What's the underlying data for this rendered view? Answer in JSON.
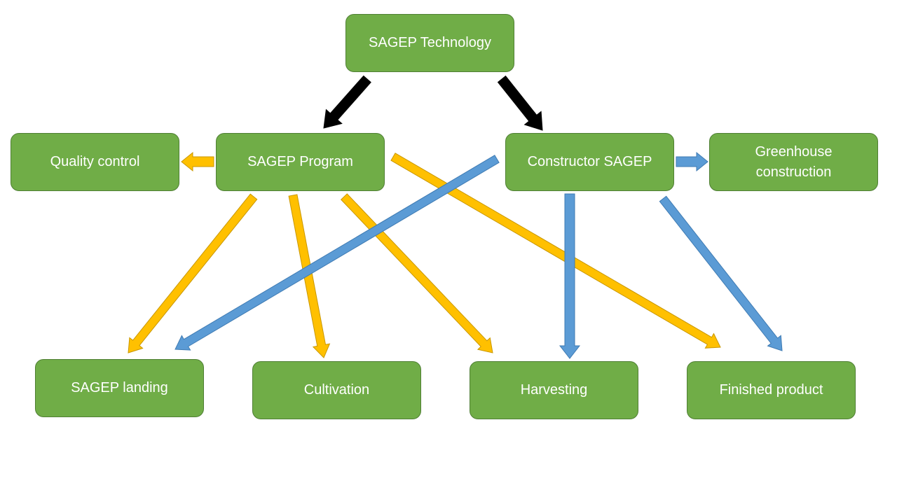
{
  "colors": {
    "node_fill": "#70ad47",
    "node_border": "#4f7f34",
    "black_arrow": "#000000",
    "yellow_arrow": "#ffc000",
    "yellow_arrow_edge": "#c99700",
    "blue_arrow": "#5b9bd5",
    "blue_arrow_edge": "#3f7bb3"
  },
  "nodes": {
    "tech": "SAGEP Technology",
    "program": "SAGEP Program",
    "constructor": "Constructor SAGEP",
    "quality": "Quality control",
    "greenhouse": "Greenhouse construction",
    "landing": "SAGEP landing",
    "cultivation": "Cultivation",
    "harvesting": "Harvesting",
    "finished": "Finished product"
  },
  "edges": [
    {
      "from": "tech",
      "to": "program",
      "color": "black"
    },
    {
      "from": "tech",
      "to": "constructor",
      "color": "black"
    },
    {
      "from": "program",
      "to": "quality",
      "color": "yellow"
    },
    {
      "from": "program",
      "to": "landing",
      "color": "yellow"
    },
    {
      "from": "program",
      "to": "cultivation",
      "color": "yellow"
    },
    {
      "from": "program",
      "to": "harvesting",
      "color": "yellow"
    },
    {
      "from": "program",
      "to": "finished",
      "color": "yellow"
    },
    {
      "from": "constructor",
      "to": "greenhouse",
      "color": "blue"
    },
    {
      "from": "constructor",
      "to": "landing",
      "color": "blue"
    },
    {
      "from": "constructor",
      "to": "harvesting",
      "color": "blue"
    },
    {
      "from": "constructor",
      "to": "finished",
      "color": "blue"
    }
  ]
}
